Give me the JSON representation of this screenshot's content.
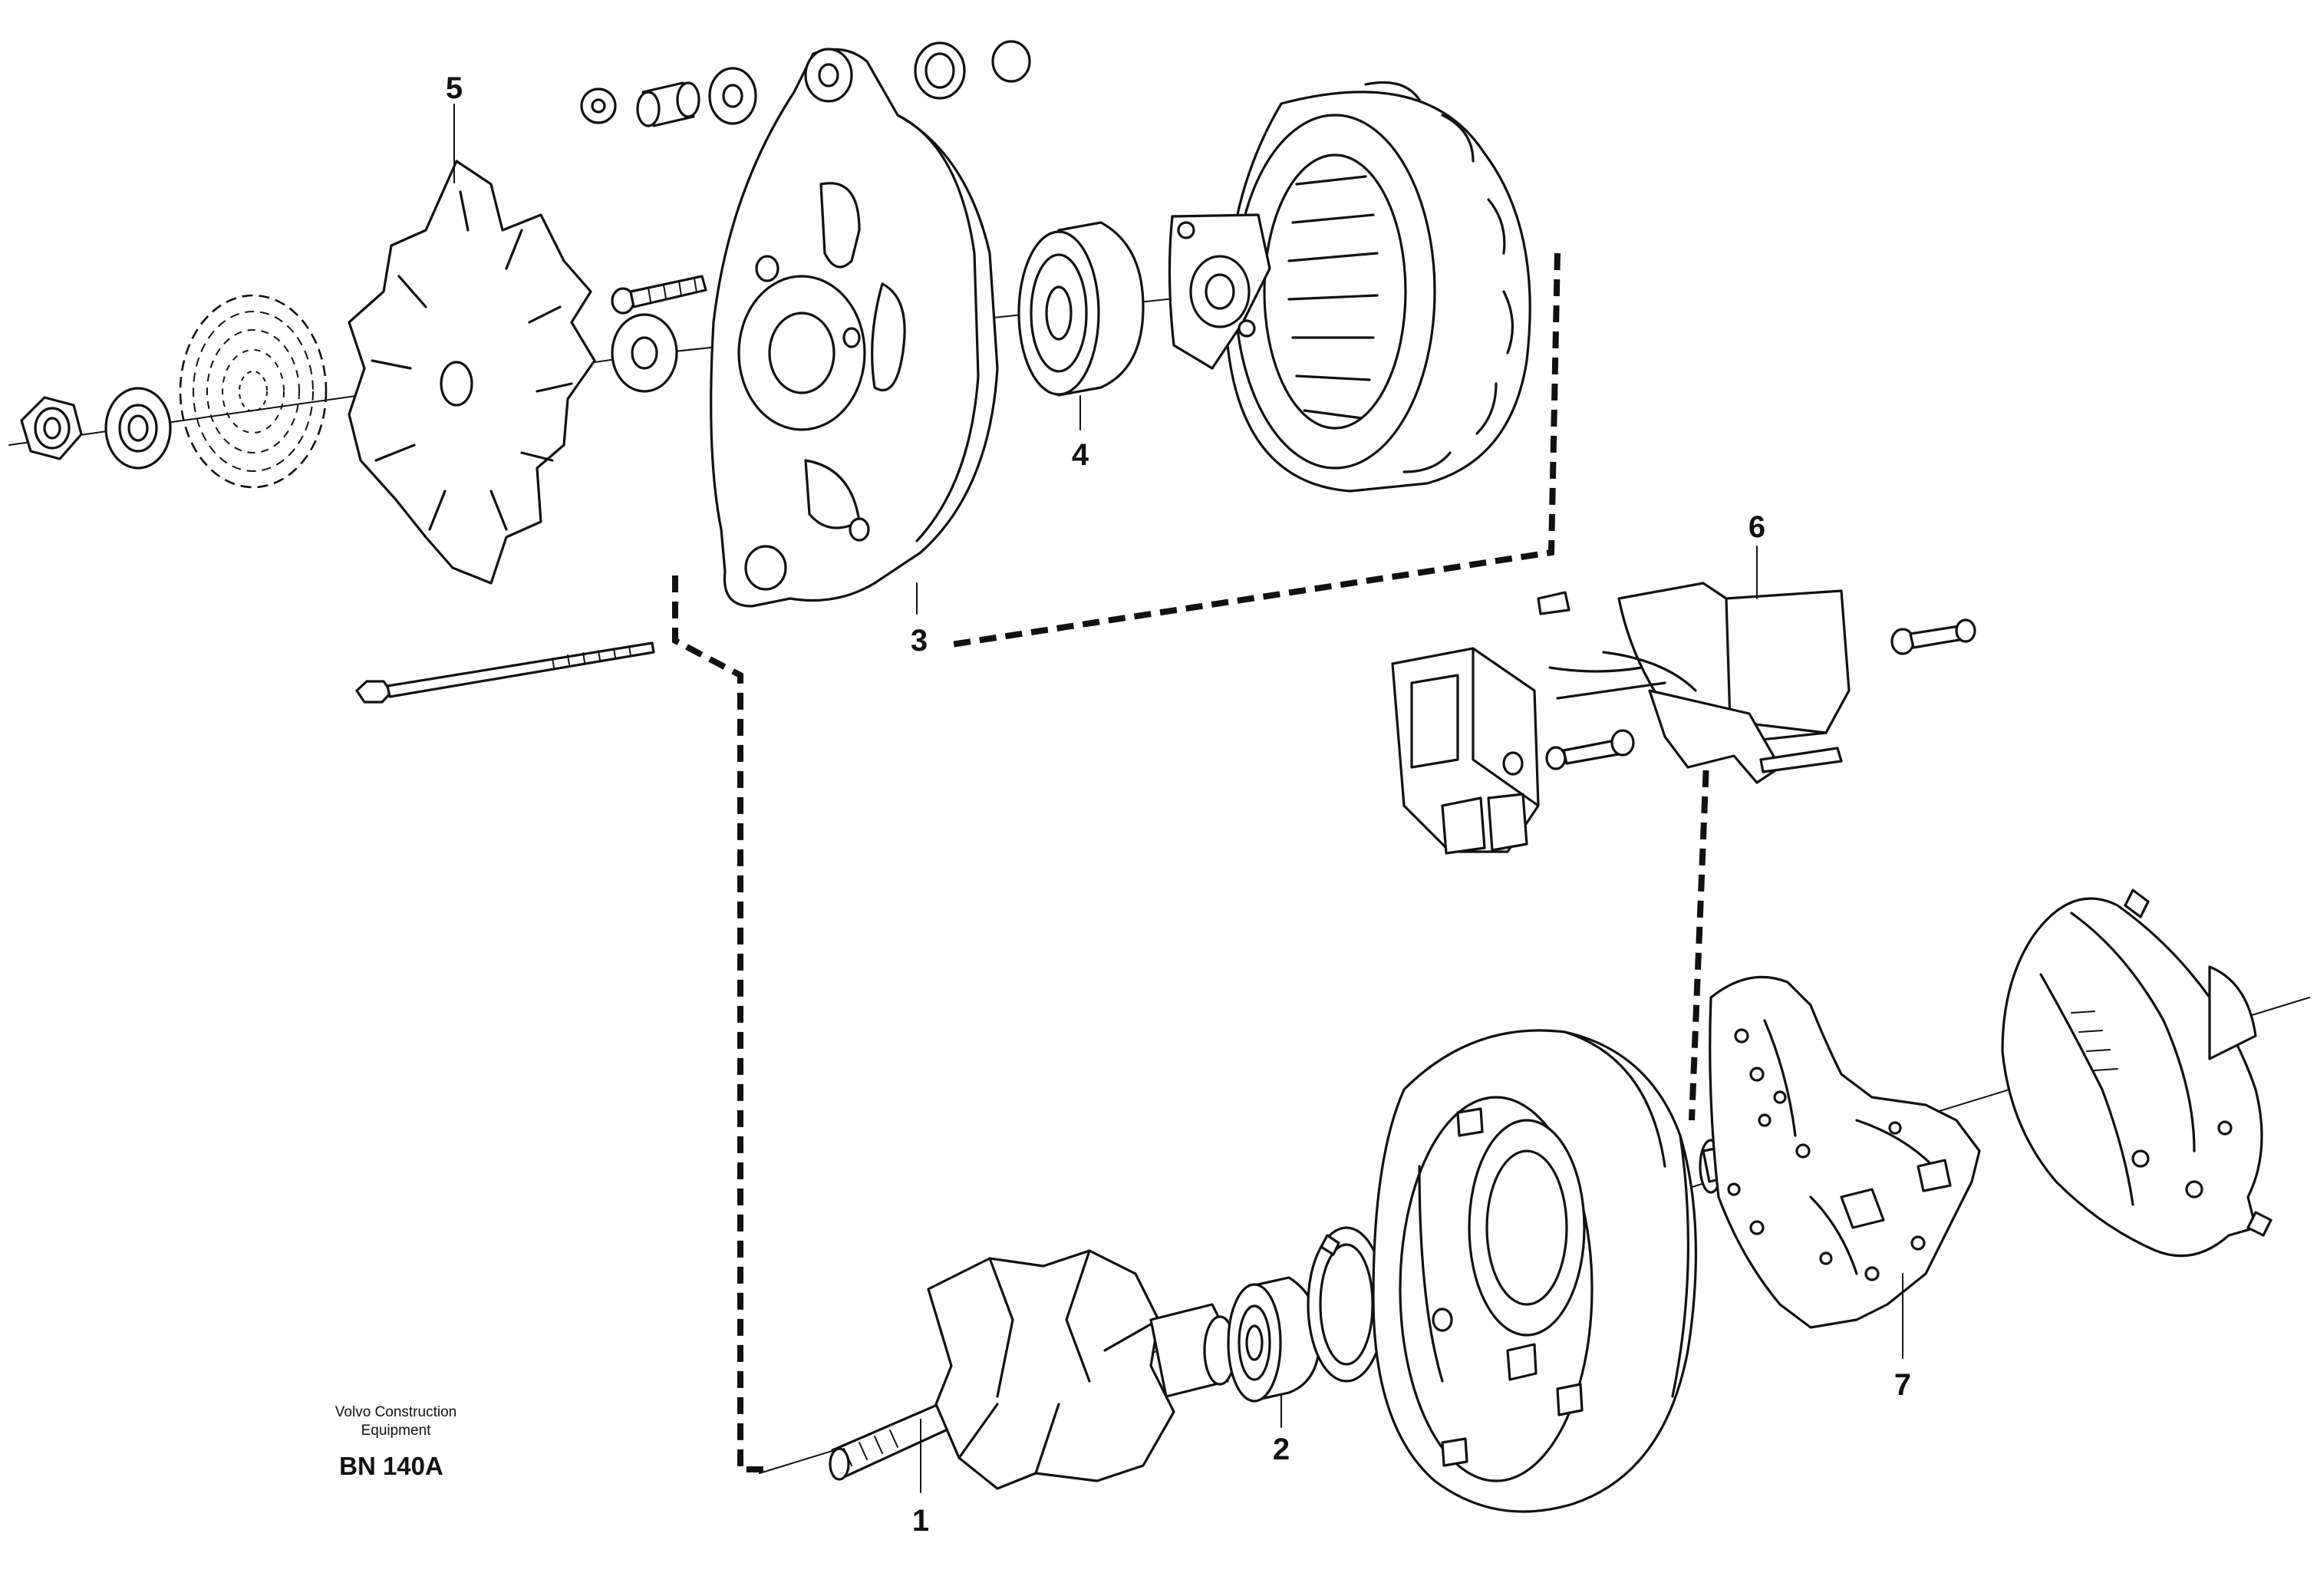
{
  "diagram": {
    "callouts": {
      "c1": "1",
      "c2": "2",
      "c3": "3",
      "c4": "4",
      "c5": "5",
      "c6": "6",
      "c7": "7"
    },
    "publisher_line1": "Volvo Construction",
    "publisher_line2": "Equipment",
    "figure_code": "BN 140A"
  }
}
